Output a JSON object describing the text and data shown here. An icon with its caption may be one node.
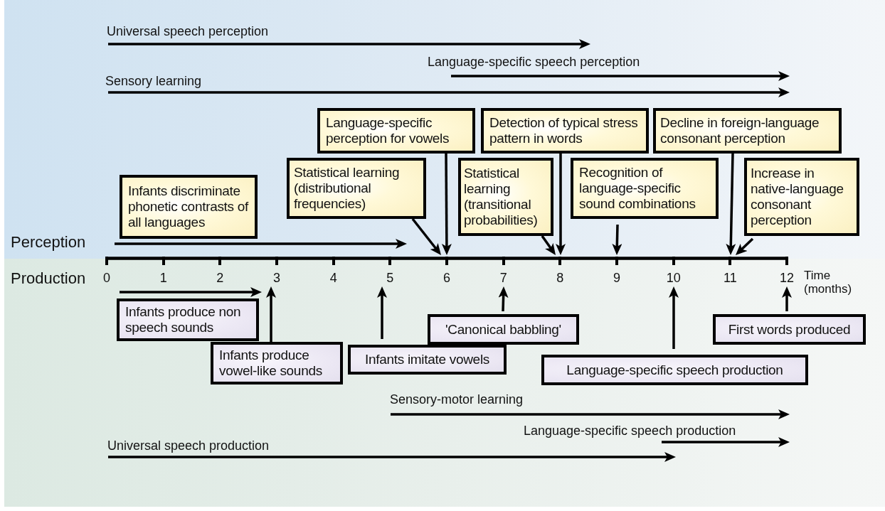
{
  "diagram": {
    "nodes": [
      {
        "text": [
          "Infants discriminate phonetic contrasts of all languages"
        ]
      },
      {
        "text": [
          "Statistical learning (distributional frequencies)"
        ]
      },
      {
        "text": [
          "Language-specific perception for vowels"
        ]
      },
      {
        "text": [
          "Statistical learning (transitional probabilities)"
        ]
      },
      {
        "text": [
          "Detection of typical stress pattern in words"
        ]
      },
      {
        "text": [
          "Recognition of language-specific sound combinations"
        ]
      },
      {
        "text": [
          "Decline in foreign-language consonant perception"
        ]
      },
      {
        "text": [
          "Increase in native-language consonant perception"
        ]
      },
      {
        "text": [
          "Infants produce non speech sounds"
        ]
      },
      {
        "text": [
          "Infants produce vowel-like sounds"
        ]
      },
      {
        "text": [
          "Infants imitate vowels"
        ]
      },
      {
        "text": [
          "'Canonical babbling'"
        ]
      },
      {
        "text": [
          "Language-specific speech production"
        ]
      },
      {
        "text": [
          "First words produced"
        ]
      },
      {
        "text": [
          "0"
        ]
      },
      {
        "text": [
          "1"
        ]
      },
      {
        "text": [
          "2"
        ]
      },
      {
        "text": [
          "3"
        ]
      },
      {
        "text": [
          "4"
        ]
      },
      {
        "text": [
          "5"
        ]
      },
      {
        "text": [
          "6"
        ]
      },
      {
        "text": [
          "7"
        ]
      },
      {
        "text": [
          "8"
        ]
      },
      {
        "text": [
          "9"
        ]
      },
      {
        "text": [
          "10"
        ]
      },
      {
        "text": [
          "11"
        ]
      },
      {
        "text": [
          "12"
        ]
      }
    ],
    "edges": [
      {
        "from": 1,
        "to": 20,
        "arrow": "to"
      },
      {
        "from": 2,
        "to": 20,
        "arrow": "to"
      },
      {
        "from": 3,
        "to": 22,
        "arrow": "to"
      },
      {
        "from": 4,
        "to": 22,
        "arrow": "to"
      },
      {
        "from": 5,
        "to": 23,
        "arrow": "to"
      },
      {
        "from": 6,
        "to": 25,
        "arrow": "to"
      },
      {
        "from": 7,
        "to": 25,
        "arrow": "to"
      },
      {
        "from": 9,
        "to": 17,
        "arrow": "to"
      },
      {
        "from": 10,
        "to": 19,
        "arrow": "to"
      },
      {
        "from": 11,
        "to": 21,
        "arrow": "to"
      },
      {
        "from": 12,
        "to": 24,
        "arrow": "to"
      },
      {
        "from": 13,
        "to": 26,
        "arrow": "to"
      }
    ],
    "labels": [
      "Universal speech perception",
      "Language-specific speech perception",
      "Sensory learning",
      "Perception",
      "Production",
      "Time (months)",
      "Sensory-motor learning",
      "Language-specific speech production",
      "Universal speech production"
    ]
  }
}
